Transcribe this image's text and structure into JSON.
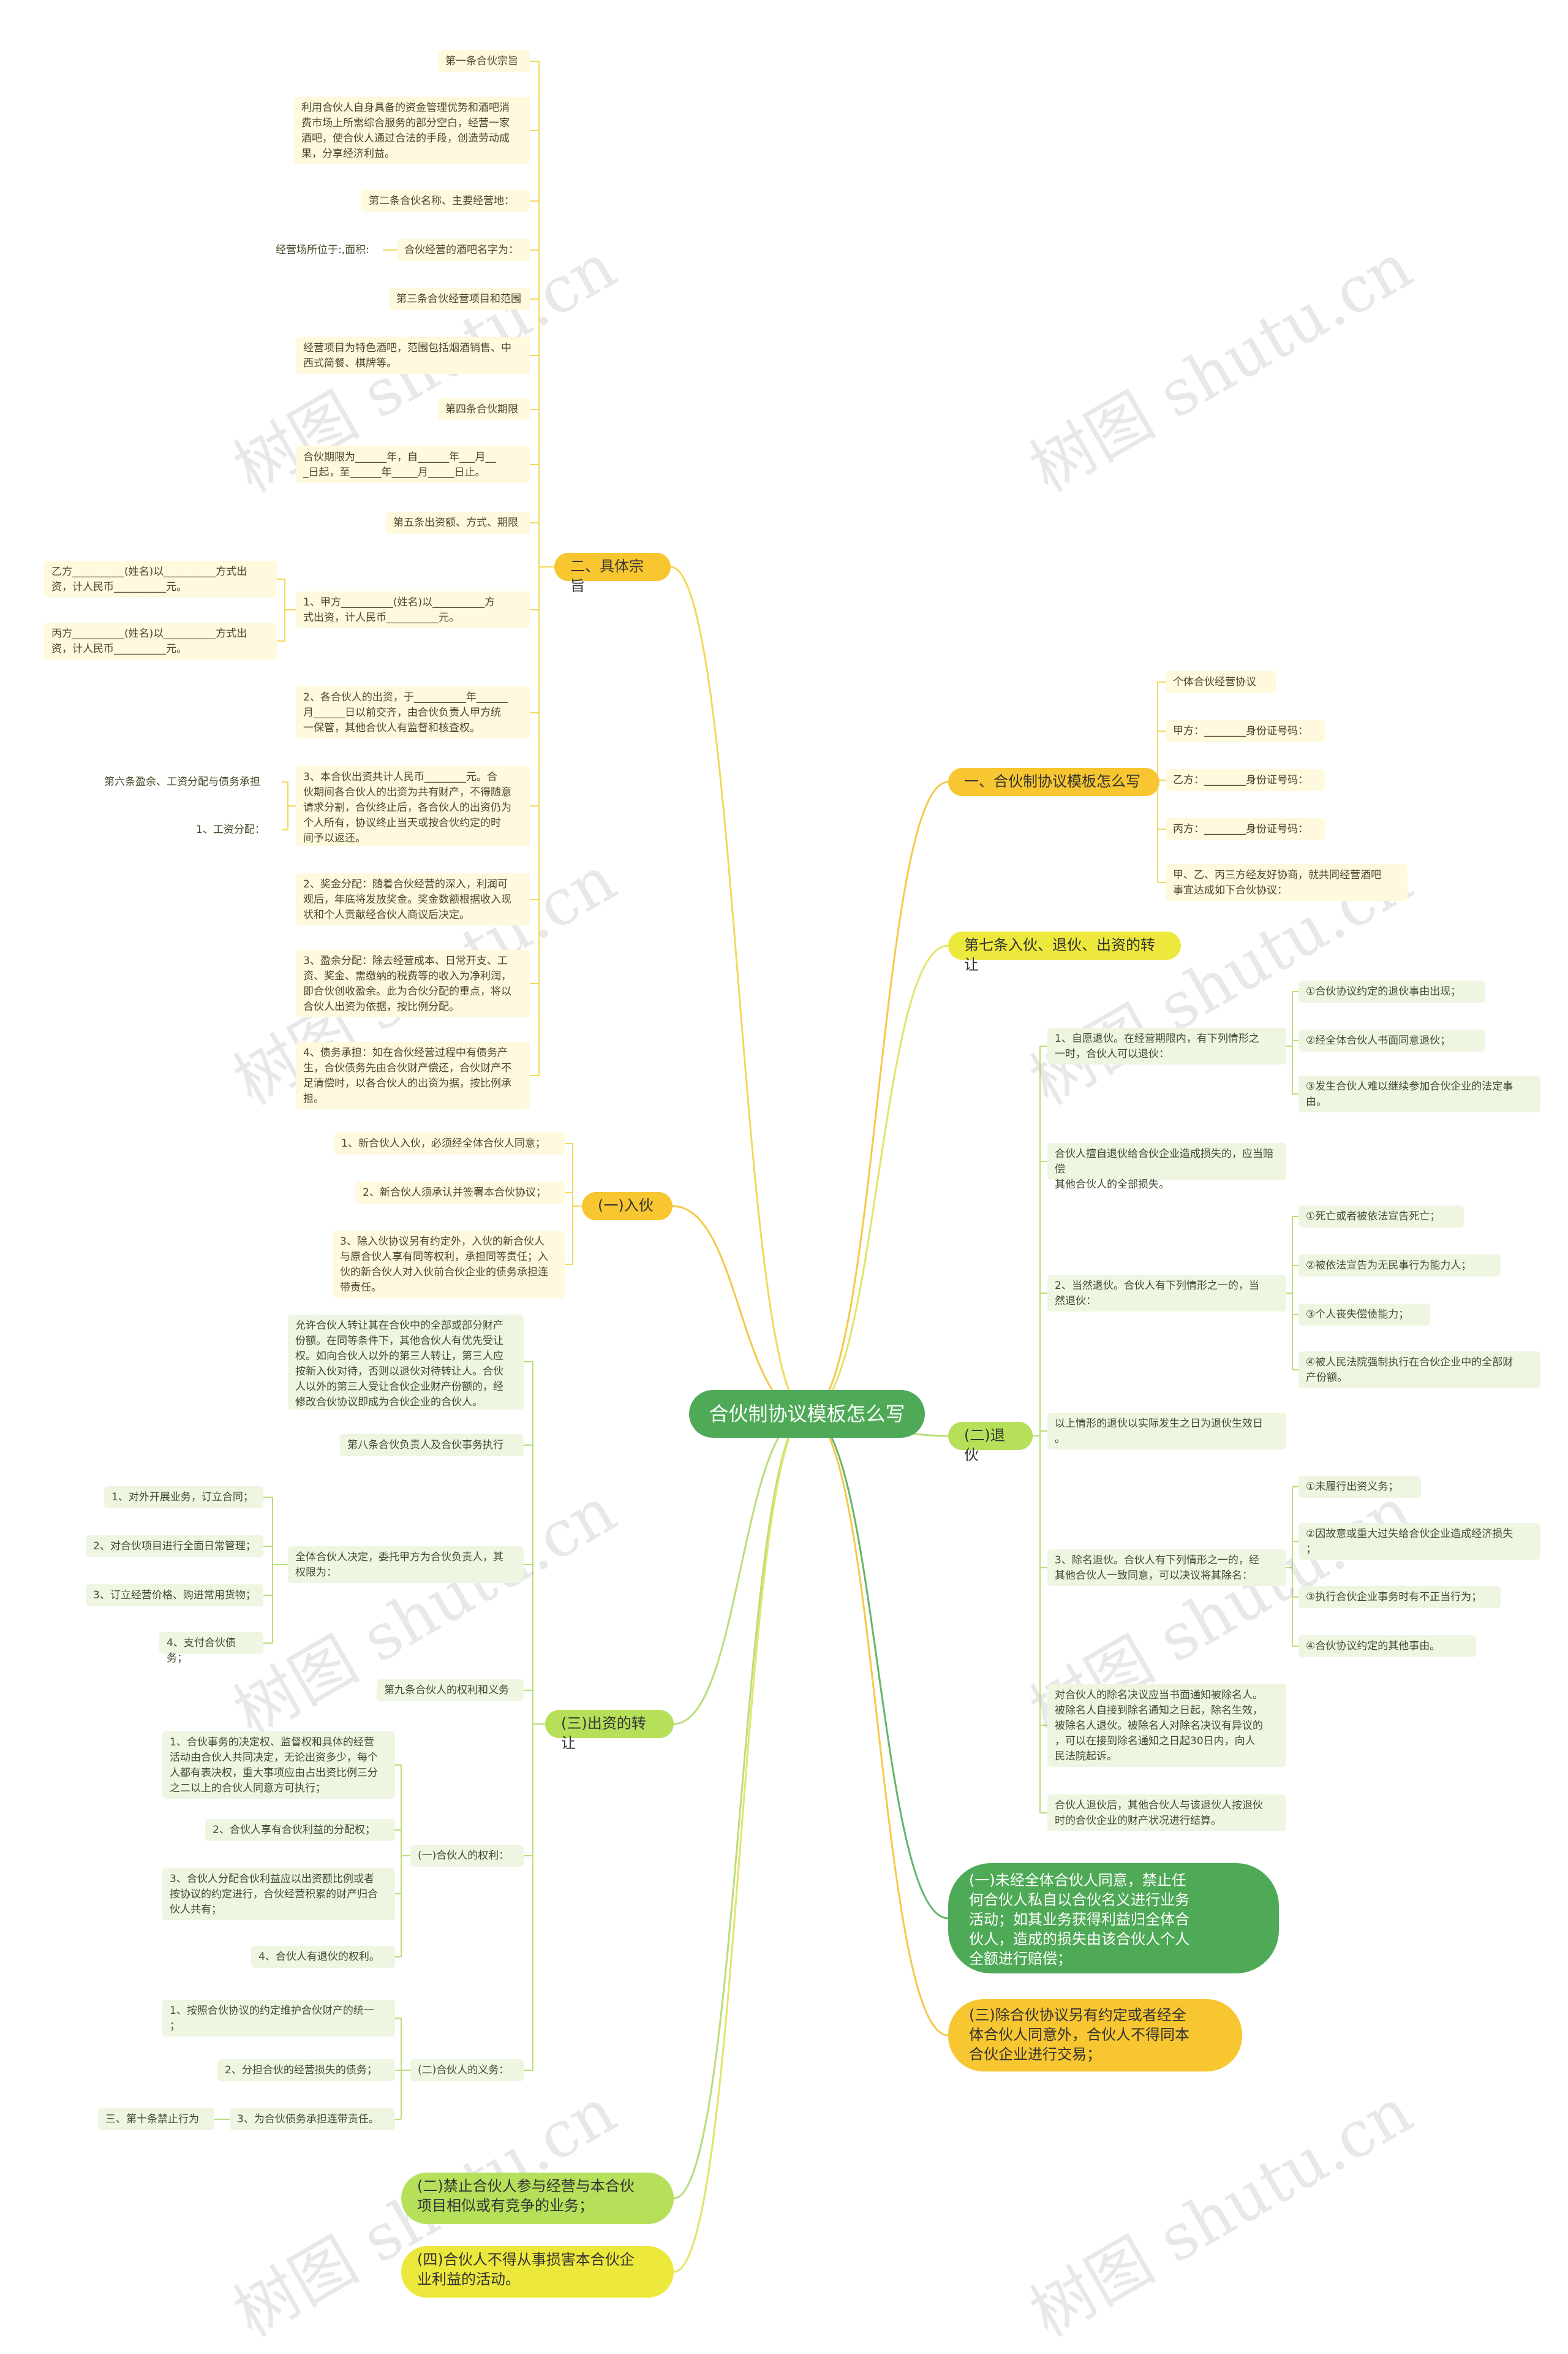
{
  "root": "合伙制协议模板怎么写",
  "branches": {
    "b_spec": "二、具体宗旨",
    "b_how": "一、合伙制协议模板怎么写",
    "b_art7": "第七条入伙、退伙、出资的转让",
    "b_join": "(一)入伙",
    "b_quit": "(二)退伙",
    "b_transfer": "(三)出资的转让",
    "b_compete": "(二)禁止合伙人参与经营与本合伙\n项目相似或有竞争的业务；",
    "b_harm": "(四)合伙人不得从事损害本合伙企\n业利益的活动。",
    "b_green": "(一)未经全体合伙人同意，禁止任\n何合伙人私自以合伙名义进行业务\n活动；如其业务获得利益归全体合\n伙人，造成的损失由该合伙人个人\n全额进行赔偿；",
    "b_yellow": "(三)除合伙协议另有约定或者经全\n体合伙人同意外，合伙人不得同本\n合伙企业进行交易；"
  },
  "spec": {
    "t1": "第一条合伙宗旨",
    "t2": "利用合伙人自身具备的资金管理优势和酒吧消\n费市场上所需综合服务的部分空白，经营一家\n酒吧，使合伙人通过合法的手段，创造劳动成\n果，分享经济利益。",
    "t3": "第二条合伙名称、主要经营地：",
    "t4": "合伙经营的酒吧名字为：",
    "t4b": "经营场所位于:,面积:",
    "t5": "第三条合伙经营项目和范围",
    "t6": "经营项目为特色酒吧，范围包括烟酒销售、中\n西式简餐、棋牌等。",
    "t7": "第四条合伙期限",
    "t8": "合伙期限为______年，自______年___月__\n_日起，至______年_____月_____日止。",
    "t9": "第五条出资额、方式、期限",
    "t10": "1、甲方__________(姓名)以__________方\n式出资，计人民币__________元。",
    "t10a": "乙方__________(姓名)以__________方式出\n资，计人民币__________元。",
    "t10b": "丙方__________(姓名)以__________方式出\n资，计人民币__________元。",
    "t11": "2、各合伙人的出资，于__________年______\n月______日以前交齐，由合伙负责人甲方统\n一保管，其他合伙人有监督和核查权。",
    "t12": "3、本合伙出资共计人民币________元。合\n伙期间各合伙人的出资为共有财产，不得随意\n请求分割，合伙终止后，各合伙人的出资仍为\n个人所有，协议终止当天或按合伙约定的时\n间予以返还。",
    "t12a": "第六条盈余、工资分配与债务承担",
    "t12b": "1、工资分配：",
    "t13": "2、奖金分配：随着合伙经营的深入，利润可\n观后，年底将发放奖金。奖金数额根据收入现\n状和个人贡献经合伙人商议后决定。",
    "t14": "3、盈余分配：除去经营成本、日常开支、工\n资、奖金、需缴纳的税费等的收入为净利润，\n即合伙创收盈余。此为合伙分配的重点，将以\n合伙人出资为依据，按比例分配。",
    "t15": "4、债务承担：如在合伙经营过程中有债务产\n生，合伙债务先由合伙财产偿还，合伙财产不\n足清偿时，以各合伙人的出资为据，按比例承\n担。"
  },
  "join": {
    "j1": "1、新合伙人入伙，必须经全体合伙人同意；",
    "j2": "2、新合伙人须承认并签署本合伙协议；",
    "j3": "3、除入伙协议另有约定外，入伙的新合伙人\n与原合伙人享有同等权利，承担同等责任；入\n伙的新合伙人对入伙前合伙企业的债务承担连\n带责任。"
  },
  "transfer": {
    "r1": "允许合伙人转让其在合伙中的全部或部分财产\n份额。在同等条件下，其他合伙人有优先受让\n权。如向合伙人以外的第三人转让，第三人应\n按新入伙对待，否则以退伙对待转让人。合伙\n人以外的第三人受让合伙企业财产份额的，经\n修改合伙协议即成为合伙企业的合伙人。",
    "r2": "第八条合伙负责人及合伙事务执行",
    "r3": "全体合伙人决定，委托甲方为合伙负责人，其\n权限为：",
    "r3a": "1、对外开展业务，订立合同；",
    "r3b": "2、对合伙项目进行全面日常管理；",
    "r3c": "3、订立经营价格、购进常用货物；",
    "r3d": "4、支付合伙债务；",
    "r4": "第九条合伙人的权利和义务",
    "r5": "(一)合伙人的权利：",
    "r5a": "1、合伙事务的决定权、监督权和具体的经营\n活动由合伙人共同决定，无论出资多少，每个\n人都有表决权，重大事项应由占出资比例三分\n之二以上的合伙人同意方可执行；",
    "r5b": "2、合伙人享有合伙利益的分配权；",
    "r5c": "3、合伙人分配合伙利益应以出资额比例或者\n按协议的约定进行，合伙经营积累的财产归合\n伙人共有；",
    "r5d": "4、合伙人有退伙的权利。",
    "r6": "(二)合伙人的义务：",
    "r6a": "1、按照合伙协议的约定维护合伙财产的统一\n；",
    "r6b": "2、分担合伙的经营损失的债务；",
    "r6c": "3、为合伙债务承担连带责任。",
    "r6d": "三、第十条禁止行为"
  },
  "how": {
    "h1": "个体合伙经营协议",
    "h2": "甲方：________身份证号码：",
    "h3": "乙方：________身份证号码：",
    "h4": "丙方：________身份证号码：",
    "h5": "甲、乙、丙三方经友好协商，就共同经营酒吧\n事宜达成如下合伙协议："
  },
  "quit": {
    "q1": "1、自愿退伙。在经营期限内，有下列情形之\n一时，合伙人可以退伙：",
    "q1a": "①合伙协议约定的退伙事由出现；",
    "q1b": "②经全体合伙人书面同意退伙；",
    "q1c": "③发生合伙人难以继续参加合伙企业的法定事\n由。",
    "q2": "合伙人擅自退伙给合伙企业造成损失的，应当赔偿\n其他合伙人的全部损失。",
    "q3": "2、当然退伙。合伙人有下列情形之一的，当\n然退伙：",
    "q3a": "①死亡或者被依法宣告死亡；",
    "q3b": "②被依法宣告为无民事行为能力人；",
    "q3c": "③个人丧失偿债能力；",
    "q3d": "④被人民法院强制执行在合伙企业中的全部财\n产份额。",
    "q4": "以上情形的退伙以实际发生之日为退伙生效日\n。",
    "q5": "3、除名退伙。合伙人有下列情形之一的，经\n其他合伙人一致同意，可以决议将其除名：",
    "q5a": "①未履行出资义务；",
    "q5b": "②因故意或重大过失给合伙企业造成经济损失\n；",
    "q5c": "③执行合伙企业事务时有不正当行为；",
    "q5d": "④合伙协议约定的其他事由。",
    "q6": "对合伙人的除名决议应当书面通知被除名人。\n被除名人自接到除名通知之日起，除名生效，\n被除名人退伙。被除名人对除名决议有异议的\n，可以在接到除名通知之日起30日内，向人\n民法院起诉。",
    "q7": "合伙人退伙后，其他合伙人与该退伙人按退伙\n时的合伙企业的财产状况进行结算。"
  },
  "watermark": "树图 shutu.cn",
  "colors": {
    "root": "#4faa57",
    "yellow": "#f7c630",
    "yellowLight": "#fff9dd",
    "green": "#b6e05a",
    "greenLight": "#eef6e2",
    "line": "#f3d85b"
  }
}
